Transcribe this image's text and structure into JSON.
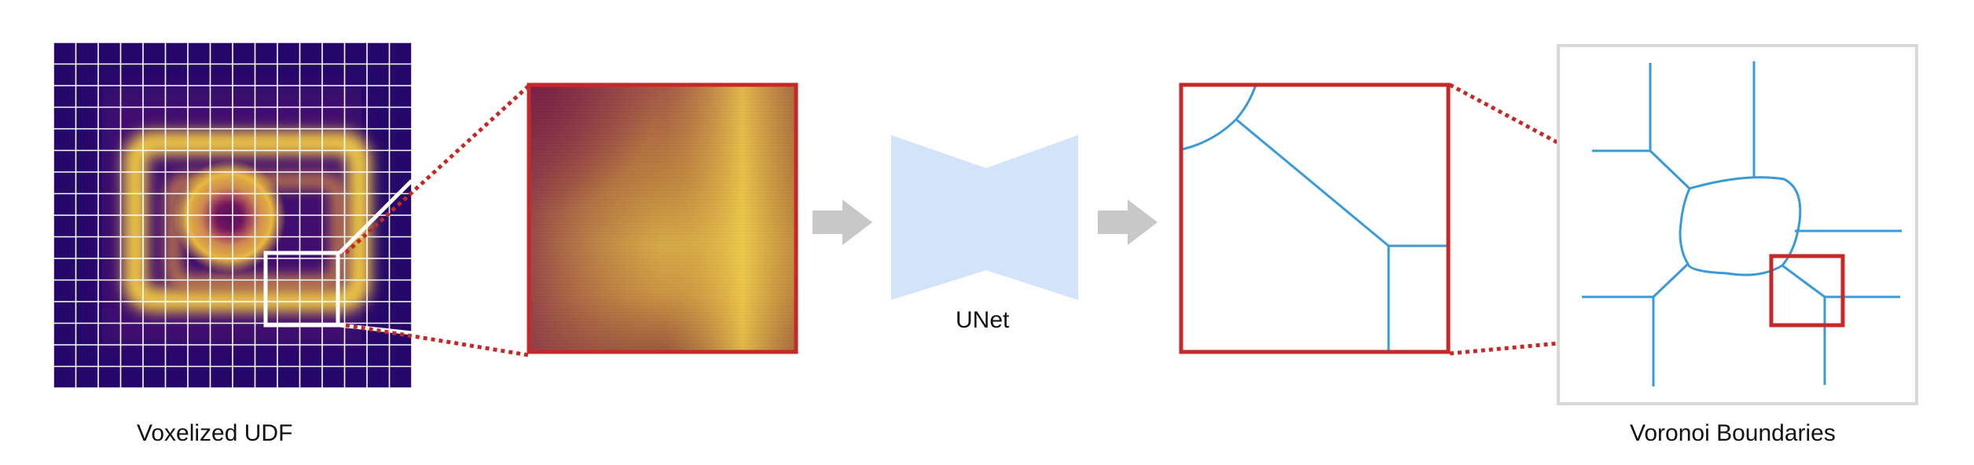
{
  "captions": {
    "voxelized": "Voxelized UDF",
    "unet": "UNet",
    "voronoi": "Voronoi Boundaries"
  },
  "colors": {
    "highlight": "#c62828",
    "edge": "#3a9ad9",
    "unet_fill": "#d3e4fa",
    "arrow": "#c8c8c8",
    "frame": "#d9d9d9",
    "grid": "#ffffff"
  },
  "icons": {
    "arrow_1": "arrow-right-icon",
    "arrow_2": "arrow-right-icon",
    "unet": "bowtie-network-icon"
  }
}
